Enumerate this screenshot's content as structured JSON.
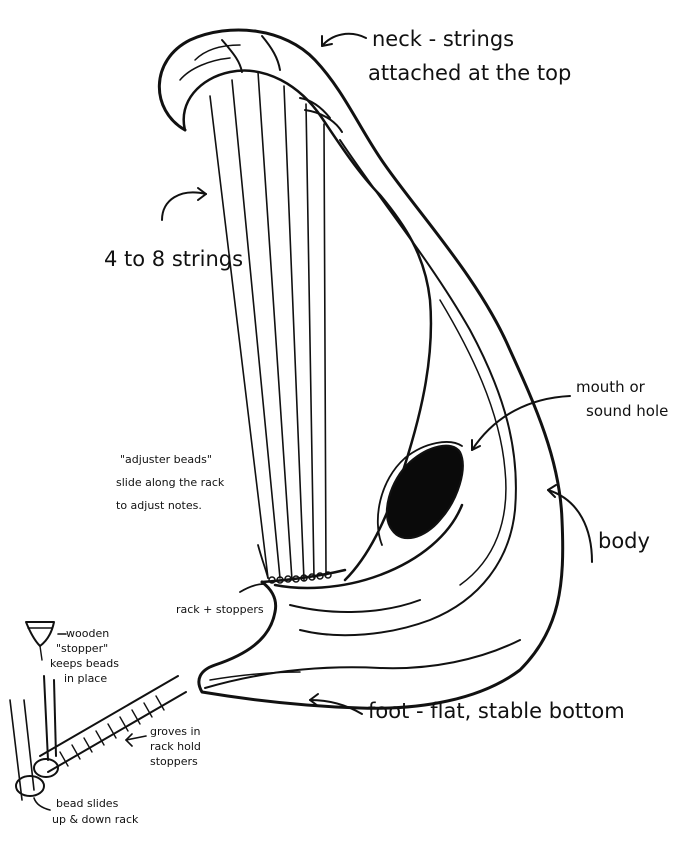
{
  "colors": {
    "ink": "#111111",
    "fill": "#ffffff",
    "hole": "#0a0a0a"
  },
  "labels": {
    "neck_line1": "neck - strings",
    "neck_line2": "attached at the top",
    "strings": "4 to 8 strings",
    "mouth_line1": "mouth or",
    "mouth_line2": "sound hole",
    "beads_line1": "\"adjuster beads\"",
    "beads_line2": "slide along the rack",
    "beads_line3": "to adjust notes.",
    "body": "body",
    "rack": "rack + stoppers",
    "stopper_line1": "wooden",
    "stopper_line2": "\"stopper\"",
    "stopper_line3": "keeps beads",
    "stopper_line4": "in place",
    "grooves_line1": "groves in",
    "grooves_line2": "rack hold",
    "grooves_line3": "stoppers",
    "foot": "foot - flat, stable bottom",
    "bead_line1": "bead slides",
    "bead_line2": "up & down rack"
  }
}
